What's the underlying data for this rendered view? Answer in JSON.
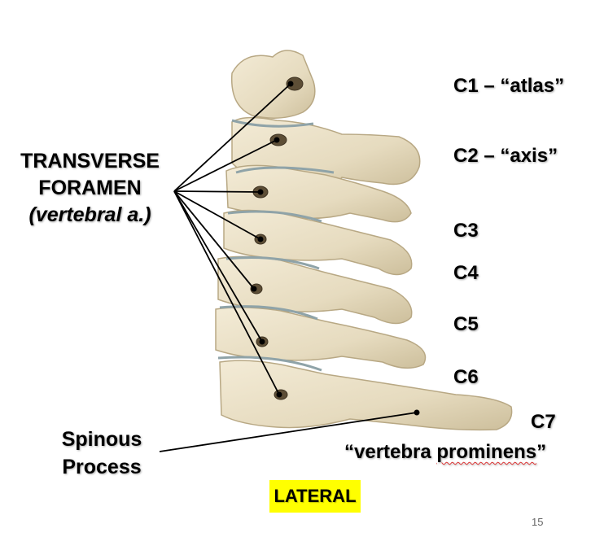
{
  "labels": {
    "transverse_line1": "TRANSVERSE",
    "transverse_line2": "FORAMEN",
    "transverse_line3": "(vertebral a.)",
    "spinous_line1": "Spinous",
    "spinous_line2": "Process",
    "c1": "C1 – “atlas”",
    "c2": "C2 – “axis”",
    "c3": "C3",
    "c4": "C4",
    "c5": "C5",
    "c6": "C6",
    "c7": "C7",
    "c7_prefix": "“vertebra ",
    "c7_underlined": "prominens",
    "c7_suffix": "”",
    "view": "LATERAL",
    "page_number": "15"
  },
  "colors": {
    "bone": "#e9dfc6",
    "bone_shadow": "#c9b994",
    "disc": "#8fa3a8",
    "highlight": "#ffff00"
  }
}
